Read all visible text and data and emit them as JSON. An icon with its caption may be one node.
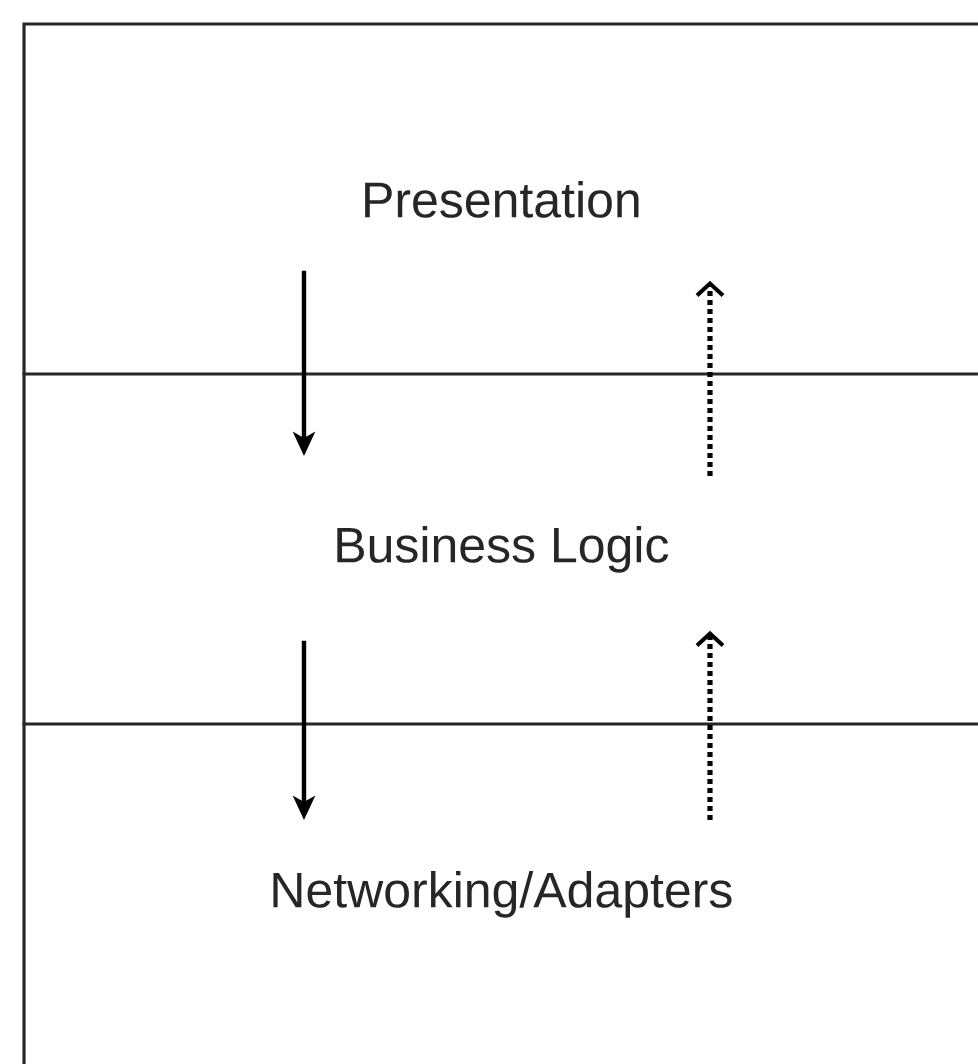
{
  "diagram": {
    "nodes": [
      {
        "text": [
          "Presentation"
        ]
      },
      {
        "text": [
          "Business Logic"
        ]
      },
      {
        "text": [
          "Networking/Adapters"
        ]
      }
    ],
    "edges": [
      {
        "from": 0,
        "to": 1,
        "arrow": "to"
      },
      {
        "from": 1,
        "to": 0,
        "arrow": "to",
        "style": "dashed"
      },
      {
        "from": 1,
        "to": 2,
        "arrow": "to"
      },
      {
        "from": 2,
        "to": 1,
        "arrow": "to",
        "style": "dashed"
      }
    ]
  }
}
